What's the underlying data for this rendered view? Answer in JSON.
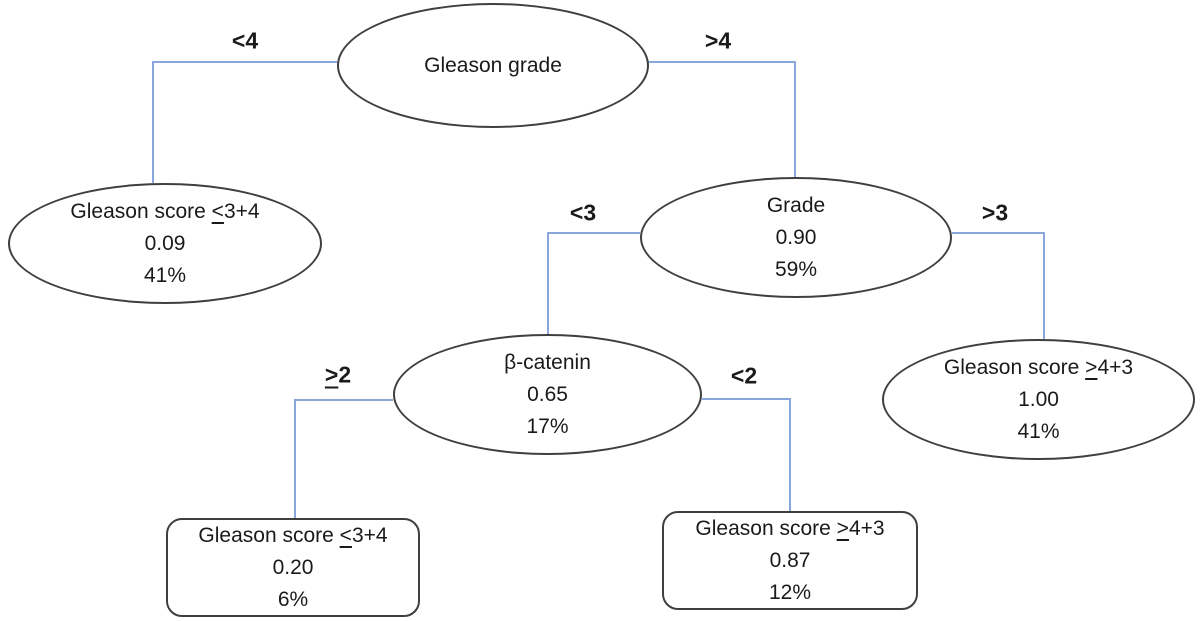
{
  "colors": {
    "edge": "#89a7dc",
    "node_border": "#3f3f3f",
    "text": "#1a1a1a"
  },
  "nodes": {
    "root": {
      "title": [
        "Gleason grade",
        "",
        ""
      ]
    },
    "gleason_le_3_4": {
      "title": [
        "Gleason score ",
        "<",
        "3+4"
      ],
      "value": "0.09",
      "percent": "41%"
    },
    "grade": {
      "title": [
        "Grade",
        "",
        ""
      ],
      "value": "0.90",
      "percent": "59%"
    },
    "beta_catenin": {
      "title": [
        "β-catenin",
        "",
        ""
      ],
      "value": "0.65",
      "percent": "17%"
    },
    "gleason_ge_4_3": {
      "title": [
        "Gleason score ",
        ">",
        "4+3"
      ],
      "value": "1.00",
      "percent": "41%"
    },
    "leaf_le_3_4": {
      "title": [
        "Gleason score ",
        "<",
        "3+4"
      ],
      "value": "0.20",
      "percent": "6%"
    },
    "leaf_ge_4_3": {
      "title": [
        "Gleason score ",
        ">",
        "4+3"
      ],
      "value": "0.87",
      "percent": "12%"
    }
  },
  "edges": {
    "root_left": {
      "op": "<",
      "val": "4"
    },
    "root_right": {
      "op": ">",
      "val": "4"
    },
    "grade_left": {
      "op": "<",
      "val": "3"
    },
    "grade_right": {
      "op": ">",
      "val": "3"
    },
    "beta_left": {
      "op": ">",
      "val": "2"
    },
    "beta_right": {
      "op": "<",
      "val": "2"
    }
  }
}
